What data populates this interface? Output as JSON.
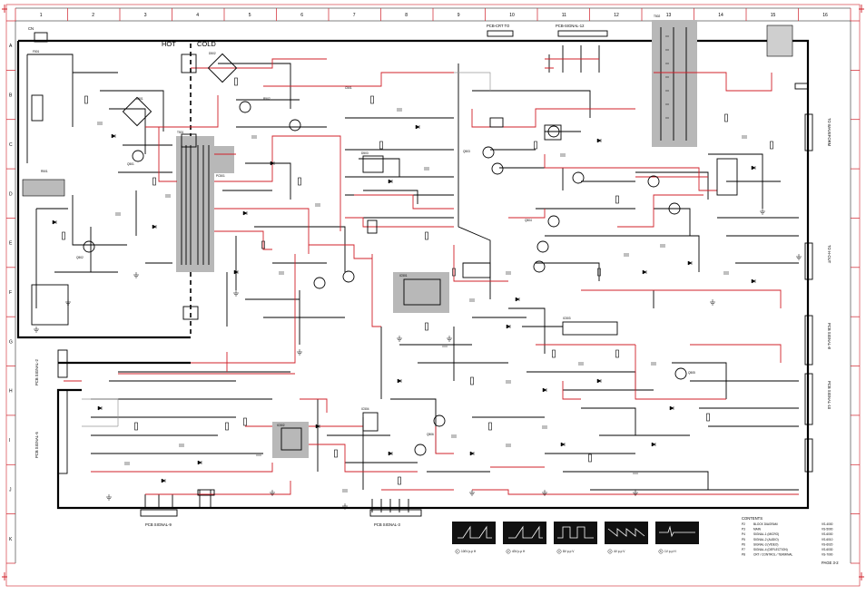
{
  "columns": [
    "1",
    "2",
    "3",
    "4",
    "5",
    "6",
    "7",
    "8",
    "9",
    "10",
    "11",
    "12",
    "13",
    "14",
    "15",
    "16"
  ],
  "rows": [
    "A",
    "B",
    "C",
    "D",
    "E",
    "F",
    "G",
    "H",
    "I",
    "J",
    "K"
  ],
  "region_labels": {
    "hot": "HOT",
    "cold": "COLD"
  },
  "connector_labels": {
    "top_left": "CN",
    "top_mid": "PCB-CRT TO",
    "top_right": "PCB-SIGNAL-12",
    "bottom_left": "PCB SIGNAL-9",
    "bottom_mid": "PCB SIGNAL-3",
    "right_1": "TO WAVEFORM",
    "right_2": "TO H-OUT",
    "right_3": "PCB SIGNAL-8",
    "right_4": "PCB SIGNAL-10",
    "left_g": "PCB SIGNAL-2",
    "left_i": "PCB SIGNAL-5"
  },
  "small_labels": {
    "d1": "D501",
    "d2": "D502",
    "q1": "Q501",
    "q2": "Q502",
    "ic1": "IC501",
    "ic2": "IC502",
    "ic3": "IC503",
    "t1": "T501",
    "t2": "T502",
    "r1": "R501",
    "r2": "R502",
    "c1": "C501",
    "f1": "F501",
    "pc1": "PC501",
    "q3": "Q503",
    "q4": "Q504",
    "q5": "Q505",
    "q6": "Q506",
    "ic4": "IC504",
    "d3": "D503"
  },
  "contents": {
    "title": "CONTENTS",
    "items": [
      {
        "ref": "P2",
        "desc": "BLOCK DIAGRAM",
        "code": "VS-4000"
      },
      {
        "ref": "P3",
        "desc": "MAIN",
        "code": "VS-5000"
      },
      {
        "ref": "P4",
        "desc": "SIGNAL-1 (MICRO)",
        "code": "VS-6000"
      },
      {
        "ref": "P5",
        "desc": "SIGNAL-2 (AUDIO)",
        "code": "VS-6010"
      },
      {
        "ref": "P6",
        "desc": "SIGNAL-3 (VIDEO)",
        "code": "VS-6020"
      },
      {
        "ref": "P7",
        "desc": "SIGNAL-4 (DEFLECTION)",
        "code": "VS-6030"
      },
      {
        "ref": "P8",
        "desc": "CRT / CONTROL / TERMINAL",
        "code": "VS-7000"
      }
    ]
  },
  "waveforms": [
    {
      "num": "1",
      "caption": "100V p-p H"
    },
    {
      "num": "2",
      "caption": "40V p-p H"
    },
    {
      "num": "3",
      "caption": "8V p-p V"
    },
    {
      "num": "4",
      "caption": "4V p-p V"
    },
    {
      "num": "5",
      "caption": "1V p-p H"
    }
  ],
  "page_ref": "PAGE 3-2"
}
